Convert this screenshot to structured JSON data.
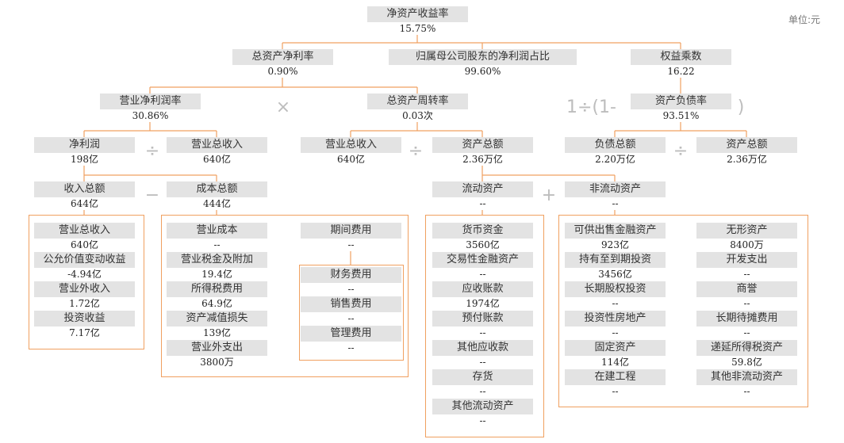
{
  "unit": "单位:元",
  "nodes": {
    "roe": {
      "label": "净资产收益率",
      "value": "15.75%"
    },
    "roa": {
      "label": "总资产净利率",
      "value": "0.90%"
    },
    "parent_share": {
      "label": "归属母公司股东的净利润占比",
      "value": "99.60%"
    },
    "equity_mult": {
      "label": "权益乘数",
      "value": "16.22"
    },
    "op_margin": {
      "label": "营业净利润率",
      "value": "30.86%"
    },
    "turnover": {
      "label": "总资产周转率",
      "value": "0.03次"
    },
    "debt_ratio": {
      "label": "资产负债率",
      "value": "93.51%"
    },
    "net_profit": {
      "label": "净利润",
      "value": "198亿"
    },
    "revenue_a": {
      "label": "营业总收入",
      "value": "640亿"
    },
    "revenue_b": {
      "label": "营业总收入",
      "value": "640亿"
    },
    "assets_a": {
      "label": "资产总额",
      "value": "2.36万亿"
    },
    "liab_total": {
      "label": "负债总额",
      "value": "2.20万亿"
    },
    "assets_b": {
      "label": "资产总额",
      "value": "2.36万亿"
    },
    "income_total": {
      "label": "收入总额",
      "value": "644亿"
    },
    "cost_total": {
      "label": "成本总额",
      "value": "444亿"
    },
    "current_assets": {
      "label": "流动资产",
      "value": "--"
    },
    "noncurrent_assets": {
      "label": "非流动资产",
      "value": "--"
    },
    "inc_rev": {
      "label": "营业总收入",
      "value": "640亿"
    },
    "inc_fv": {
      "label": "公允价值变动收益",
      "value": "-4.94亿"
    },
    "inc_nonop": {
      "label": "营业外收入",
      "value": "1.72亿"
    },
    "inc_invest": {
      "label": "投资收益",
      "value": "7.17亿"
    },
    "cost_op": {
      "label": "营业成本",
      "value": "--"
    },
    "cost_tax": {
      "label": "营业税金及附加",
      "value": "19.4亿"
    },
    "cost_income_tax": {
      "label": "所得税费用",
      "value": "64.9亿"
    },
    "cost_impair": {
      "label": "资产减值损失",
      "value": "139亿"
    },
    "cost_nonop": {
      "label": "营业外支出",
      "value": "3800万"
    },
    "period_exp": {
      "label": "期间费用",
      "value": "--"
    },
    "fin_exp": {
      "label": "财务费用",
      "value": "--"
    },
    "sales_exp": {
      "label": "销售费用",
      "value": "--"
    },
    "admin_exp": {
      "label": "管理费用",
      "value": "--"
    },
    "ca_cash": {
      "label": "货币资金",
      "value": "3560亿"
    },
    "ca_trading": {
      "label": "交易性金融资产",
      "value": "--"
    },
    "ca_receivable": {
      "label": "应收账款",
      "value": "1974亿"
    },
    "ca_prepaid": {
      "label": "预付账款",
      "value": "--"
    },
    "ca_other_recv": {
      "label": "其他应收款",
      "value": "--"
    },
    "ca_inventory": {
      "label": "存货",
      "value": "--"
    },
    "ca_other": {
      "label": "其他流动资产",
      "value": "--"
    },
    "nca_afs": {
      "label": "可供出售金融资产",
      "value": "923亿"
    },
    "nca_htm": {
      "label": "持有至到期投资",
      "value": "3456亿"
    },
    "nca_lteq": {
      "label": "长期股权投资",
      "value": "--"
    },
    "nca_invprop": {
      "label": "投资性房地产",
      "value": "--"
    },
    "nca_fixed": {
      "label": "固定资产",
      "value": "114亿"
    },
    "nca_cip": {
      "label": "在建工程",
      "value": "--"
    },
    "nca_intang": {
      "label": "无形资产",
      "value": "8400万"
    },
    "nca_dev": {
      "label": "开发支出",
      "value": "--"
    },
    "nca_goodwill": {
      "label": "商誉",
      "value": "--"
    },
    "nca_ltpre": {
      "label": "长期待摊费用",
      "value": "--"
    },
    "nca_dta": {
      "label": "递延所得税资产",
      "value": "59.8亿"
    },
    "nca_other": {
      "label": "其他非流动资产",
      "value": "--"
    }
  },
  "operators": {
    "times": "×",
    "divide": "÷",
    "minus": "−",
    "plus": "+",
    "one_minus_open": "1÷(1-",
    "close_paren": ")"
  },
  "colors": {
    "connector": "#f0a060",
    "label_bg": "#e3e3e3",
    "operator": "#bdbdbd"
  }
}
